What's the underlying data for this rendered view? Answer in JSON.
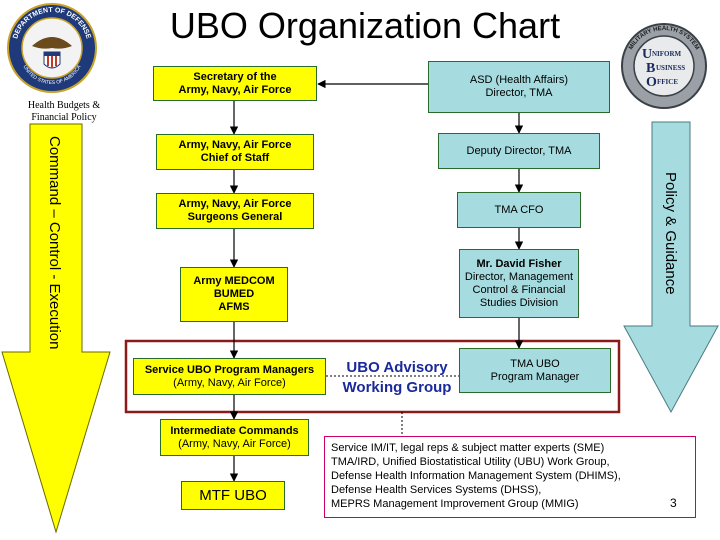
{
  "title": "UBO Organization Chart",
  "seal": {
    "icon": "dod-seal-icon",
    "text": "DEPARTMENT OF DEFENSE",
    "text_bottom": "UNITED STATES OF AMERICA"
  },
  "subhead": {
    "line1": "Health Budgets  &",
    "line2": "Financial Policy"
  },
  "logo": {
    "icon": "uniform-business-office-logo-icon",
    "text1": "NIFORM",
    "text2": "USINESS",
    "text3": "FFICE",
    "ring": "MILITARY HEALTH SYSTEM"
  },
  "left_arrow_label": "Command – Control - Execution",
  "right_arrow_label": "Policy & Guidance",
  "left_chain": {
    "secretary": {
      "line1": "Secretary of the",
      "line2": "Army, Navy, Air Force"
    },
    "chief": {
      "line1": "Army, Navy, Air Force",
      "line2": "Chief of Staff"
    },
    "surgeons": {
      "line1": "Army, Navy, Air Force",
      "line2": "Surgeons General"
    },
    "medcom": {
      "line1": "Army MEDCOM",
      "line2": "BUMED",
      "line3": "AFMS"
    },
    "service_ubo": {
      "line1": "Service UBO Program Managers",
      "line2": "(Army, Navy, Air Force)"
    },
    "intermediate": {
      "line1": "Intermediate Commands",
      "line2": "(Army, Navy, Air Force)"
    },
    "mtf": "MTF UBO"
  },
  "right_chain": {
    "asd": {
      "line1": "ASD (Health Affairs)",
      "line2": "Director, TMA"
    },
    "deputy": "Deputy Director, TMA",
    "cfo": "TMA CFO",
    "fisher": {
      "line1": "Mr. David Fisher",
      "line2": "Director, Management",
      "line3": "Control & Financial",
      "line4": "Studies Division"
    },
    "tma_ubo": {
      "line1": "TMA UBO",
      "line2": "Program Manager"
    }
  },
  "advisory": {
    "line1": "UBO Advisory",
    "line2": "Working Group"
  },
  "sme": {
    "line1": "Service IM/IT, legal reps & subject matter experts (SME)",
    "line2": "TMA/IRD, Unified Biostatistical Utility (UBU) Work Group,",
    "line3": "Defense Health Information Management System (DHIMS),",
    "line4": "Defense Health Services Systems (DHSS),",
    "line5": "MEPRS Management Improvement Group (MMIG)"
  },
  "page_number": "3",
  "colors": {
    "yellow": "#ffff00",
    "light_blue": "#a6dce0",
    "maroon": "#8b1a1a",
    "advisory_text": "#1a2a9a"
  }
}
